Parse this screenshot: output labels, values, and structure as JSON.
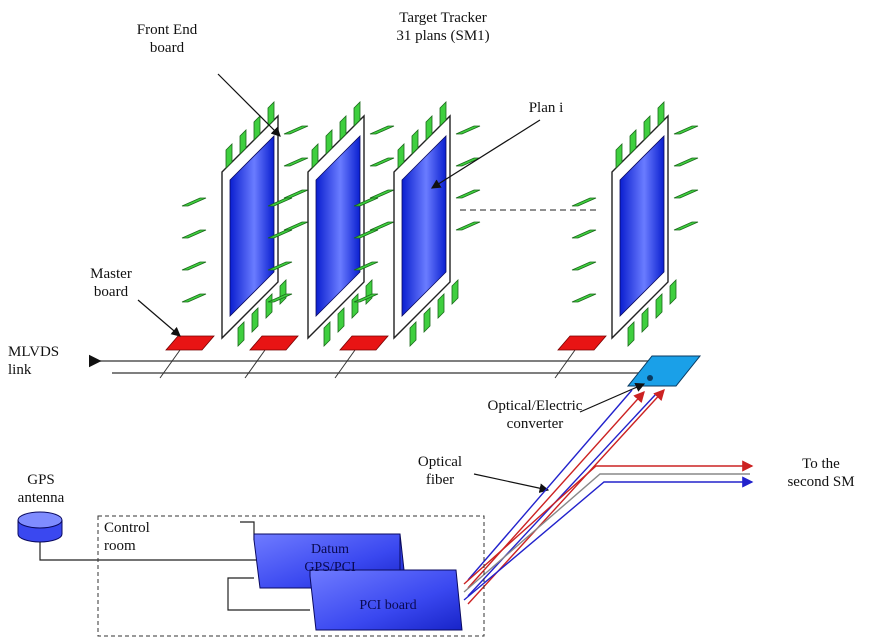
{
  "title": {
    "line1": "Target Tracker",
    "line2": "31 plans (SM1)"
  },
  "labels": {
    "front_end_1": "Front End",
    "front_end_2": "board",
    "plan_i": "Plan i",
    "master_1": "Master",
    "master_2": "board",
    "mlvds_1": "MLVDS",
    "mlvds_2": "link",
    "converter_1": "Optical/Electric",
    "converter_2": "converter",
    "fiber_1": "Optical",
    "fiber_2": "fiber",
    "gps_1": "GPS",
    "gps_2": "antenna",
    "control_1": "Control",
    "control_2": "room",
    "second_1": "To the",
    "second_2": "second SM",
    "datation_1": "Datum",
    "datation_2": "GPS/PCI",
    "pci_board": "PCI board"
  },
  "colors": {
    "plane": "#1a2fd8",
    "fe_board": "#3fcf3f",
    "master_board": "#e81414",
    "converter": "#1aa0e8",
    "fiber_red": "#cc2222",
    "fiber_blue": "#2222cc"
  }
}
